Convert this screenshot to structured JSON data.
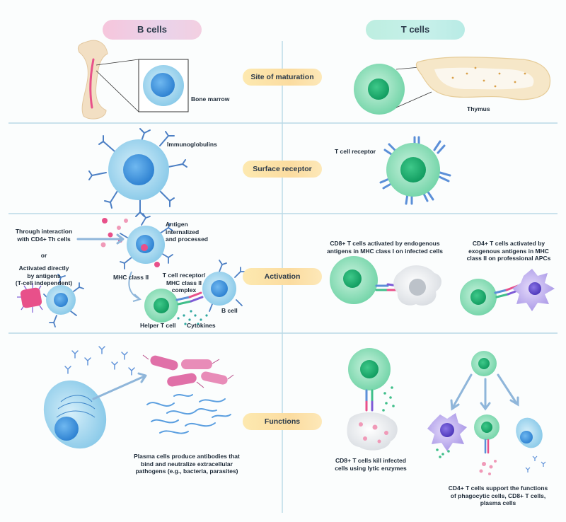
{
  "headers": {
    "left": "B cells",
    "right": "T cells"
  },
  "categories": {
    "maturation": "Site of maturation",
    "receptor": "Surface receptor",
    "activation": "Activation",
    "functions": "Functions"
  },
  "labels": {
    "bone_marrow": "Bone marrow",
    "thymus": "Thymus",
    "immunoglobulins": "Immunoglobulins",
    "t_cell_receptor": "T cell receptor",
    "through_interaction": "Through interaction\nwith CD4+ Th cells",
    "or": "or",
    "activated_directly": "Activated directly\nby antigens\n(T-cell independent)",
    "antigen_internalized": "Antigen\ninternalized\nand processed",
    "mhc_class_ii": "MHC class II",
    "tcr_mhc_complex": "T cell receptor/\nMHC class II\ncomplex",
    "b_cell": "B cell",
    "helper_t_cell": "Helper T cell",
    "cytokines": "Cytokines",
    "cd8_activated": "CD8+ T cells activated by endogenous\nantigens in MHC class I on infected cells",
    "cd4_activated": "CD4+ T cells activated by\nexogenous antigens in MHC\nclass II on professional APCs",
    "plasma_cells": "Plasma cells produce antibodies that\nbind and neutralize extracellular\npathogens (e.g., bacteria, parasites)",
    "cd8_kill": "CD8+ T cells kill infected\ncells using lytic enzymes",
    "cd4_support": "CD4+ T cells support the functions\nof phagocytic cells, CD8+ T cells,\nplasma cells"
  },
  "colors": {
    "b_cell": "#8fcdea",
    "t_cell": "#7fdcb4",
    "nucleus_b": "#3a8fd6",
    "nucleus_t": "#17a86b",
    "divider": "#b9d9e6",
    "pink": "#e8508a",
    "purple": "#7e5bd6",
    "receptor": "#5b8fd8"
  }
}
